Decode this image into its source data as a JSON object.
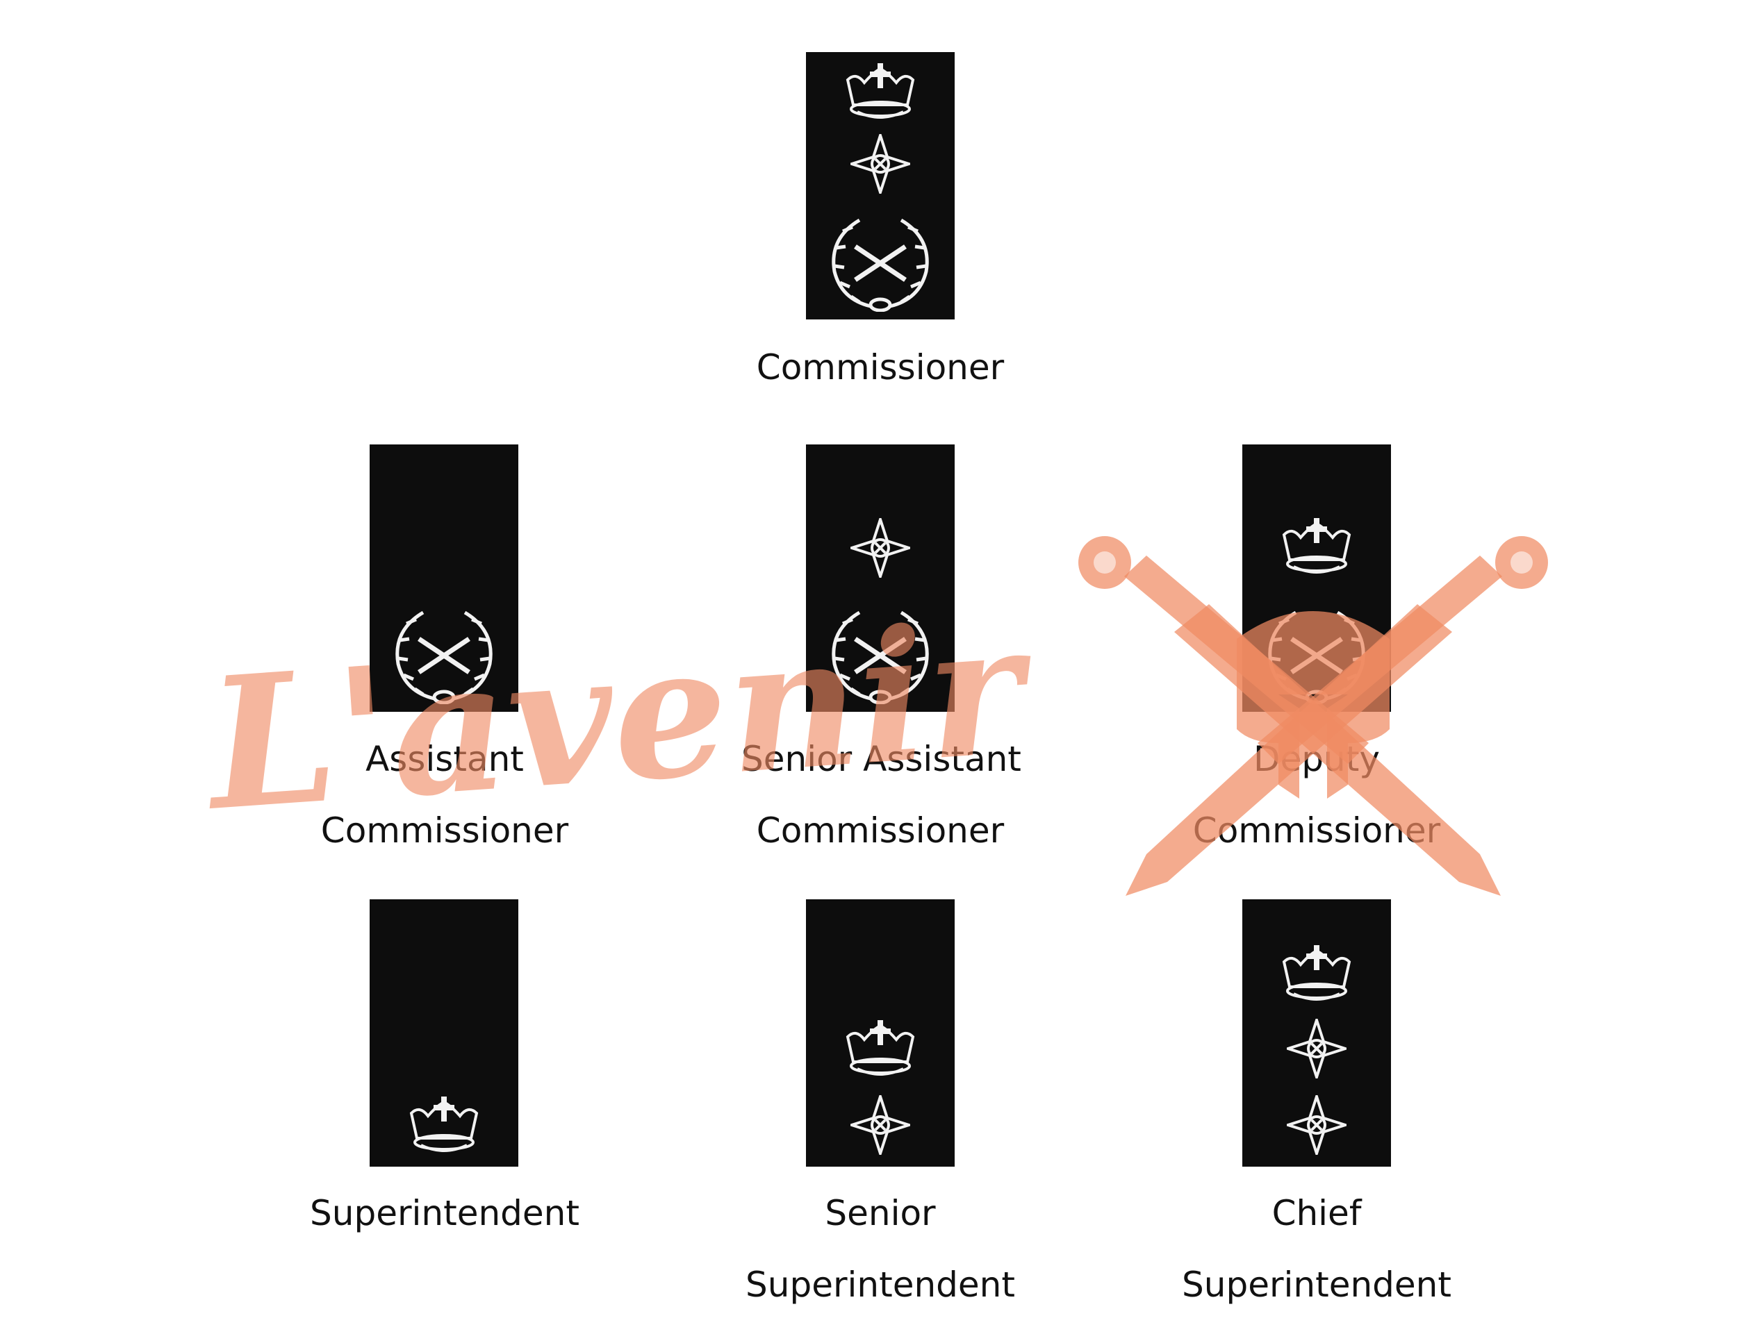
{
  "ranks": [
    {
      "id": "commissioner",
      "lines": [
        "Commissioner",
        ""
      ],
      "insignia": [
        "crown-icon",
        "pip-star-icon",
        "crossed-batons-wreath-icon"
      ]
    },
    {
      "id": "assistant-commissioner",
      "lines": [
        "Assistant",
        "Commissioner"
      ],
      "insignia": [
        "crossed-batons-wreath-icon"
      ]
    },
    {
      "id": "senior-assistant-commissioner",
      "lines": [
        "Senior Assistant",
        "Commissioner"
      ],
      "insignia": [
        "pip-star-icon",
        "crossed-batons-wreath-icon"
      ]
    },
    {
      "id": "deputy-commissioner",
      "lines": [
        "Deputy",
        "Commissioner"
      ],
      "insignia": [
        "crown-icon",
        "crossed-batons-wreath-icon"
      ]
    },
    {
      "id": "superintendent",
      "lines": [
        "Superintendent",
        ""
      ],
      "insignia": [
        "crown-icon"
      ]
    },
    {
      "id": "senior-superintendent",
      "lines": [
        "Senior",
        "Superintendent"
      ],
      "insignia": [
        "crown-icon",
        "pip-star-icon"
      ]
    },
    {
      "id": "chief-superintendent",
      "lines": [
        "Chief",
        "Superintendent"
      ],
      "insignia": [
        "crown-icon",
        "pip-star-icon",
        "pip-star-icon"
      ]
    }
  ],
  "watermark": {
    "text": "L'avenir",
    "color": "#f08a63"
  },
  "colors": {
    "board": "#0d0d0d",
    "insignia": "#f2f2f2",
    "text": "#111111"
  }
}
